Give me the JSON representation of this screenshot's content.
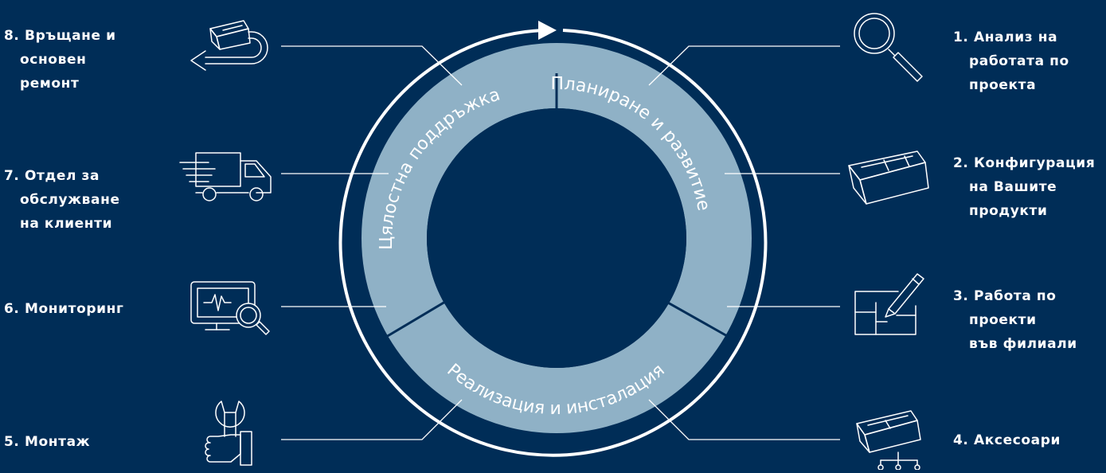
{
  "cycle": {
    "segments": [
      {
        "label": "Планиране и развитие"
      },
      {
        "label": "Реализация и инсталация"
      },
      {
        "label": "Цялостна поддръжка"
      }
    ]
  },
  "steps": [
    {
      "lines": [
        "1. Анализ на",
        "работата по",
        "проекта"
      ],
      "icon": "magnifier-icon"
    },
    {
      "lines": [
        "2. Конфигурация",
        "на Вашите",
        "продукти"
      ],
      "icon": "box-icon"
    },
    {
      "lines": [
        "3. Работа по",
        "проекти",
        "във филиали"
      ],
      "icon": "floorplan-pencil-icon"
    },
    {
      "lines": [
        "4. Аксесоари"
      ],
      "icon": "box-network-icon"
    },
    {
      "lines": [
        "5. Монтаж"
      ],
      "icon": "hand-wrench-icon"
    },
    {
      "lines": [
        "6. Мониторинг"
      ],
      "icon": "monitor-search-icon"
    },
    {
      "lines": [
        "7. Отдел за",
        "обслужване",
        "на клиенти"
      ],
      "icon": "delivery-truck-icon"
    },
    {
      "lines": [
        "8. Връщане и",
        "основен",
        "ремонт"
      ],
      "icon": "box-return-icon"
    }
  ],
  "colors": {
    "background": "#002d57",
    "ring": "#8fb1c6",
    "line": "#ffffff"
  }
}
